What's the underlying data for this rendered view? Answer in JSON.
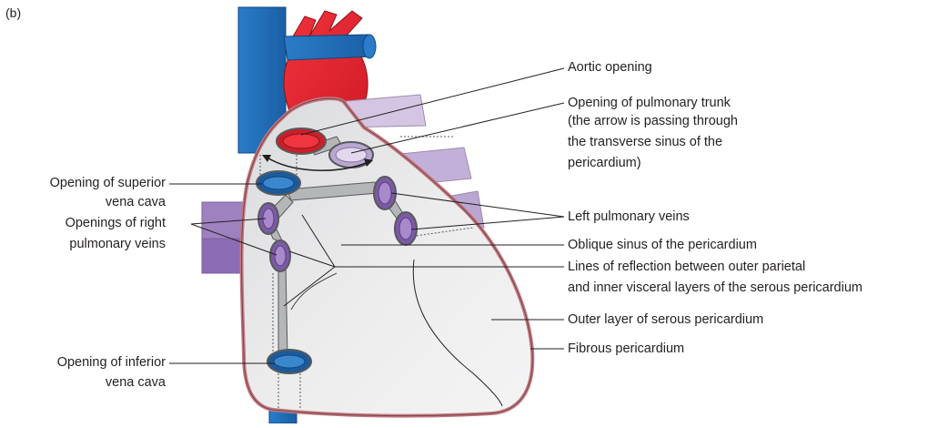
{
  "panel_label": "(b)",
  "labels": {
    "aortic_opening": "Aortic opening",
    "pulmonary_trunk_1": "Opening of pulmonary trunk",
    "pulmonary_trunk_2": "(the arrow is passing through",
    "pulmonary_trunk_3": "the transverse sinus of the",
    "pulmonary_trunk_4": "pericardium)",
    "svc_1": "Opening of superior",
    "svc_2": "vena cava",
    "right_pv_1": "Openings of right",
    "right_pv_2": "pulmonary veins",
    "left_pv": "Left pulmonary veins",
    "oblique_sinus": "Oblique sinus of the pericardium",
    "reflection_1": "Lines of reflection between outer parietal",
    "reflection_2": "and inner visceral layers of the serous pericardium",
    "outer_serous": "Outer layer of serous pericardium",
    "fibrous": "Fibrous pericardium",
    "ivc_1": "Opening of inferior",
    "ivc_2": "vena cava"
  },
  "colors": {
    "vena_cava_blue": "#1f6fb8",
    "aorta_red": "#e41e2b",
    "pulmonary_lilac": "#d4c6e3",
    "pulmonary_vein_purple": "#8e6cb3",
    "serous_gray": "#e6e7e8",
    "fibrous_border": "#c07a80"
  }
}
